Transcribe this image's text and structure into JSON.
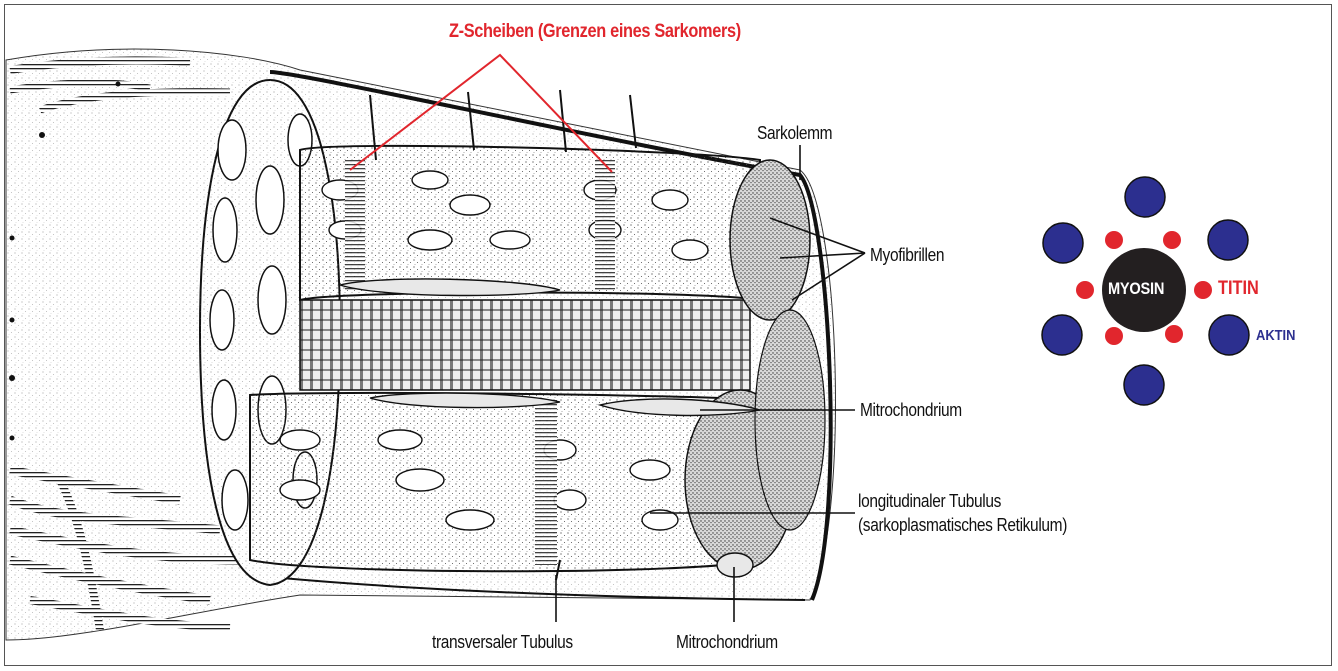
{
  "labels": {
    "z_discs": "Z-Scheiben (Grenzen eines Sarkomers)",
    "sarcolemma": "Sarkolemm",
    "myofibrils": "Myofibrillen",
    "mitochondrion_right": "Mitrochondrium",
    "longitudinal_tubule": "longitudinaler Tubulus\n(sarkoplasmatisches Retikulum)",
    "transverse_tubule": "transversaler Tubulus",
    "mitochondrion_bottom": "Mitrochondrium"
  },
  "filament_diagram": {
    "myosin": "MYOSIN",
    "titin": "TITIN",
    "aktin": "AKTIN"
  },
  "colors": {
    "accent_red": "#e1262d",
    "aktin_blue": "#2c2f8f",
    "myosin_black": "#231f20",
    "line": "#111111"
  }
}
